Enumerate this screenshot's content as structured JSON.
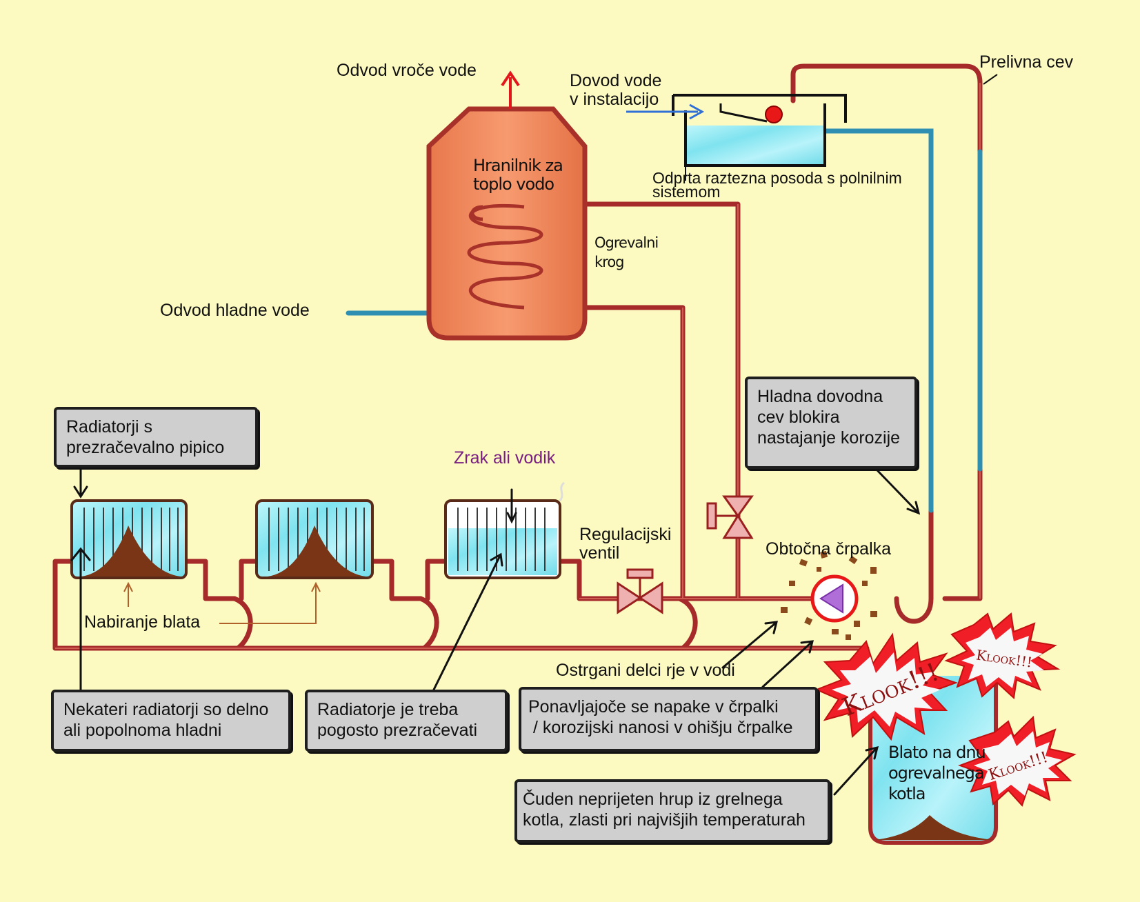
{
  "labels": {
    "hot_water_outlet": "Odvod vroče vode",
    "water_supply_line1": "Dovod vode",
    "water_supply_line2": "v instalacijo",
    "overflow_pipe": "Prelivna cev",
    "tank_line1": "Hranilnik za",
    "tank_line2": "toplo vodo",
    "expansion_line1": "Odprta raztezna posoda s polnilnim",
    "expansion_line2": "sistemom",
    "heating_line1": "Ogrevalni",
    "heating_line2": "krog",
    "cold_water_outlet": "Odvod hladne vode",
    "air_or_hydrogen": "Zrak ali vodik",
    "control_valve_line1": "Regulacijski",
    "control_valve_line2": "ventil",
    "circulation_pump": "Obtočna črpalka",
    "sludge_collection": "Nabiranje blata",
    "rust_particles": "Ostrgani delci rje v vodi",
    "boiler_line1": "Blato na dnu",
    "boiler_line2": "ogrevalnega",
    "boiler_line3": "kotla"
  },
  "callouts": {
    "radiators_vent": [
      "Radiatorji s",
      "prezračevalno pipico"
    ],
    "cold_feed": [
      "Hladna dovodna",
      "cev blokira",
      "nastajanje korozije"
    ],
    "radiators_cold": [
      "Nekateri radiatorji so delno",
      "ali popolnoma hladni"
    ],
    "bleed_often": [
      "Radiatorje je treba",
      "pogosto prezračevati"
    ],
    "pump_faults": [
      "Ponavljajoče se napake v črpalki",
      " / korozijski nanosi v ohišju črpalke"
    ],
    "strange_noise": [
      "Čuden neprijeten hrup iz grelnega",
      "kotla, zlasti pri najvišjih temperaturah"
    ]
  },
  "bursts": [
    "Klook!!!",
    "Klook!!!",
    "Klook!!!"
  ],
  "colors": {
    "background": "#fcfac0",
    "pipe_red": "#a62a2a",
    "pipe_blue": "#2f8fb3",
    "water": "#8ee8f2",
    "sludge": "#7a3416",
    "tank": "#f0865a",
    "burst_red": "#f01e26",
    "callout_fill": "#cfcfcf"
  }
}
